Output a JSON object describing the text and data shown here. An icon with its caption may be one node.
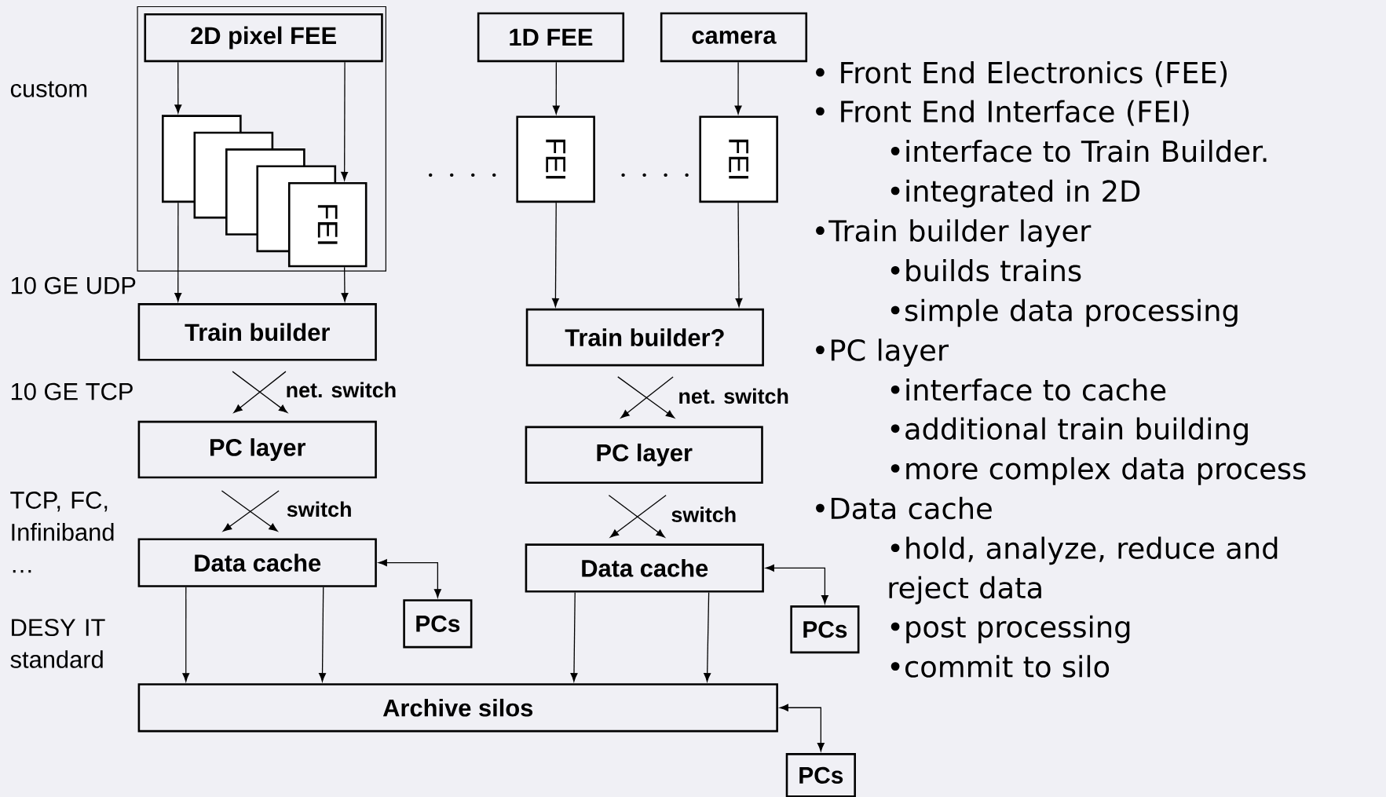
{
  "diagram": {
    "nodes": [
      {
        "text": [],
        "shape": "box"
      },
      {
        "text": [
          "2D pixel FEE"
        ],
        "in": 0
      },
      {
        "text": [],
        "shape": "box",
        "in": 0
      },
      {
        "text": [],
        "shape": "box",
        "in": 0
      },
      {
        "text": [],
        "shape": "box",
        "in": 0
      },
      {
        "text": [],
        "shape": "box",
        "in": 0
      },
      {
        "text": [
          "FEI"
        ],
        "in": 0
      },
      {
        "text": [
          "1D FEE"
        ]
      },
      {
        "text": [
          "camera"
        ]
      },
      {
        "text": [
          "FEI"
        ]
      },
      {
        "text": [
          "FEI"
        ]
      },
      {
        "text": [
          "Train builder"
        ]
      },
      {
        "text": [
          "Train builder?"
        ]
      },
      {
        "text": [
          "PC layer"
        ]
      },
      {
        "text": [
          "PC layer"
        ]
      },
      {
        "text": [
          "Data cache"
        ]
      },
      {
        "text": [
          "Data cache"
        ]
      },
      {
        "text": [
          "PCs"
        ]
      },
      {
        "text": [
          "PCs"
        ]
      },
      {
        "text": [
          "Archive silos"
        ]
      },
      {
        "text": [
          "PCs"
        ]
      }
    ],
    "edges": [
      {
        "from": 1,
        "to": 2,
        "arrow": "to"
      },
      {
        "from": 1,
        "to": 6,
        "arrow": "to"
      },
      {
        "from": 2,
        "to": 11,
        "arrow": "to"
      },
      {
        "from": 6,
        "to": 11,
        "arrow": "to"
      },
      {
        "from": 7,
        "to": 9,
        "arrow": "to"
      },
      {
        "from": 8,
        "to": 10,
        "arrow": "to"
      },
      {
        "from": 9,
        "to": 12,
        "arrow": "to"
      },
      {
        "from": 10,
        "to": 12,
        "arrow": "to"
      },
      {
        "from": 11,
        "to": 13,
        "arrow": "to",
        "label": "net. switch"
      },
      {
        "from": 11,
        "to": 13,
        "arrow": "to"
      },
      {
        "from": 12,
        "to": 14,
        "arrow": "to",
        "label": "net. switch"
      },
      {
        "from": 12,
        "to": 14,
        "arrow": "to"
      },
      {
        "from": 13,
        "to": 15,
        "arrow": "to",
        "label": "switch"
      },
      {
        "from": 13,
        "to": 15,
        "arrow": "to"
      },
      {
        "from": 14,
        "to": 16,
        "arrow": "to",
        "label": "switch"
      },
      {
        "from": 14,
        "to": 16,
        "arrow": "to"
      },
      {
        "from": 15,
        "to": 17,
        "arrow": "both"
      },
      {
        "from": 16,
        "to": 18,
        "arrow": "both"
      },
      {
        "from": 15,
        "to": 19,
        "arrow": "to"
      },
      {
        "from": 15,
        "to": 19,
        "arrow": "to"
      },
      {
        "from": 16,
        "to": 19,
        "arrow": "to"
      },
      {
        "from": 16,
        "to": 19,
        "arrow": "to"
      },
      {
        "from": 19,
        "to": 20,
        "arrow": "both"
      }
    ],
    "labels": [
      "custom",
      "10 GE UDP",
      "10 GE TCP",
      "TCP, FC, Infiniband …",
      "DESY IT standard",
      "• Front End Electronics (FEE)",
      "• Front End Interface (FEI)",
      "•interface to Train Builder.",
      "•integrated in 2D",
      "•Train builder layer",
      "•builds trains",
      "•simple data processing",
      "•PC layer",
      "•interface to cache",
      "•additional train building",
      "•more complex data process",
      "•Data cache",
      "•hold, analyze, reduce and reject data",
      "•post processing",
      "•commit to silo"
    ]
  }
}
